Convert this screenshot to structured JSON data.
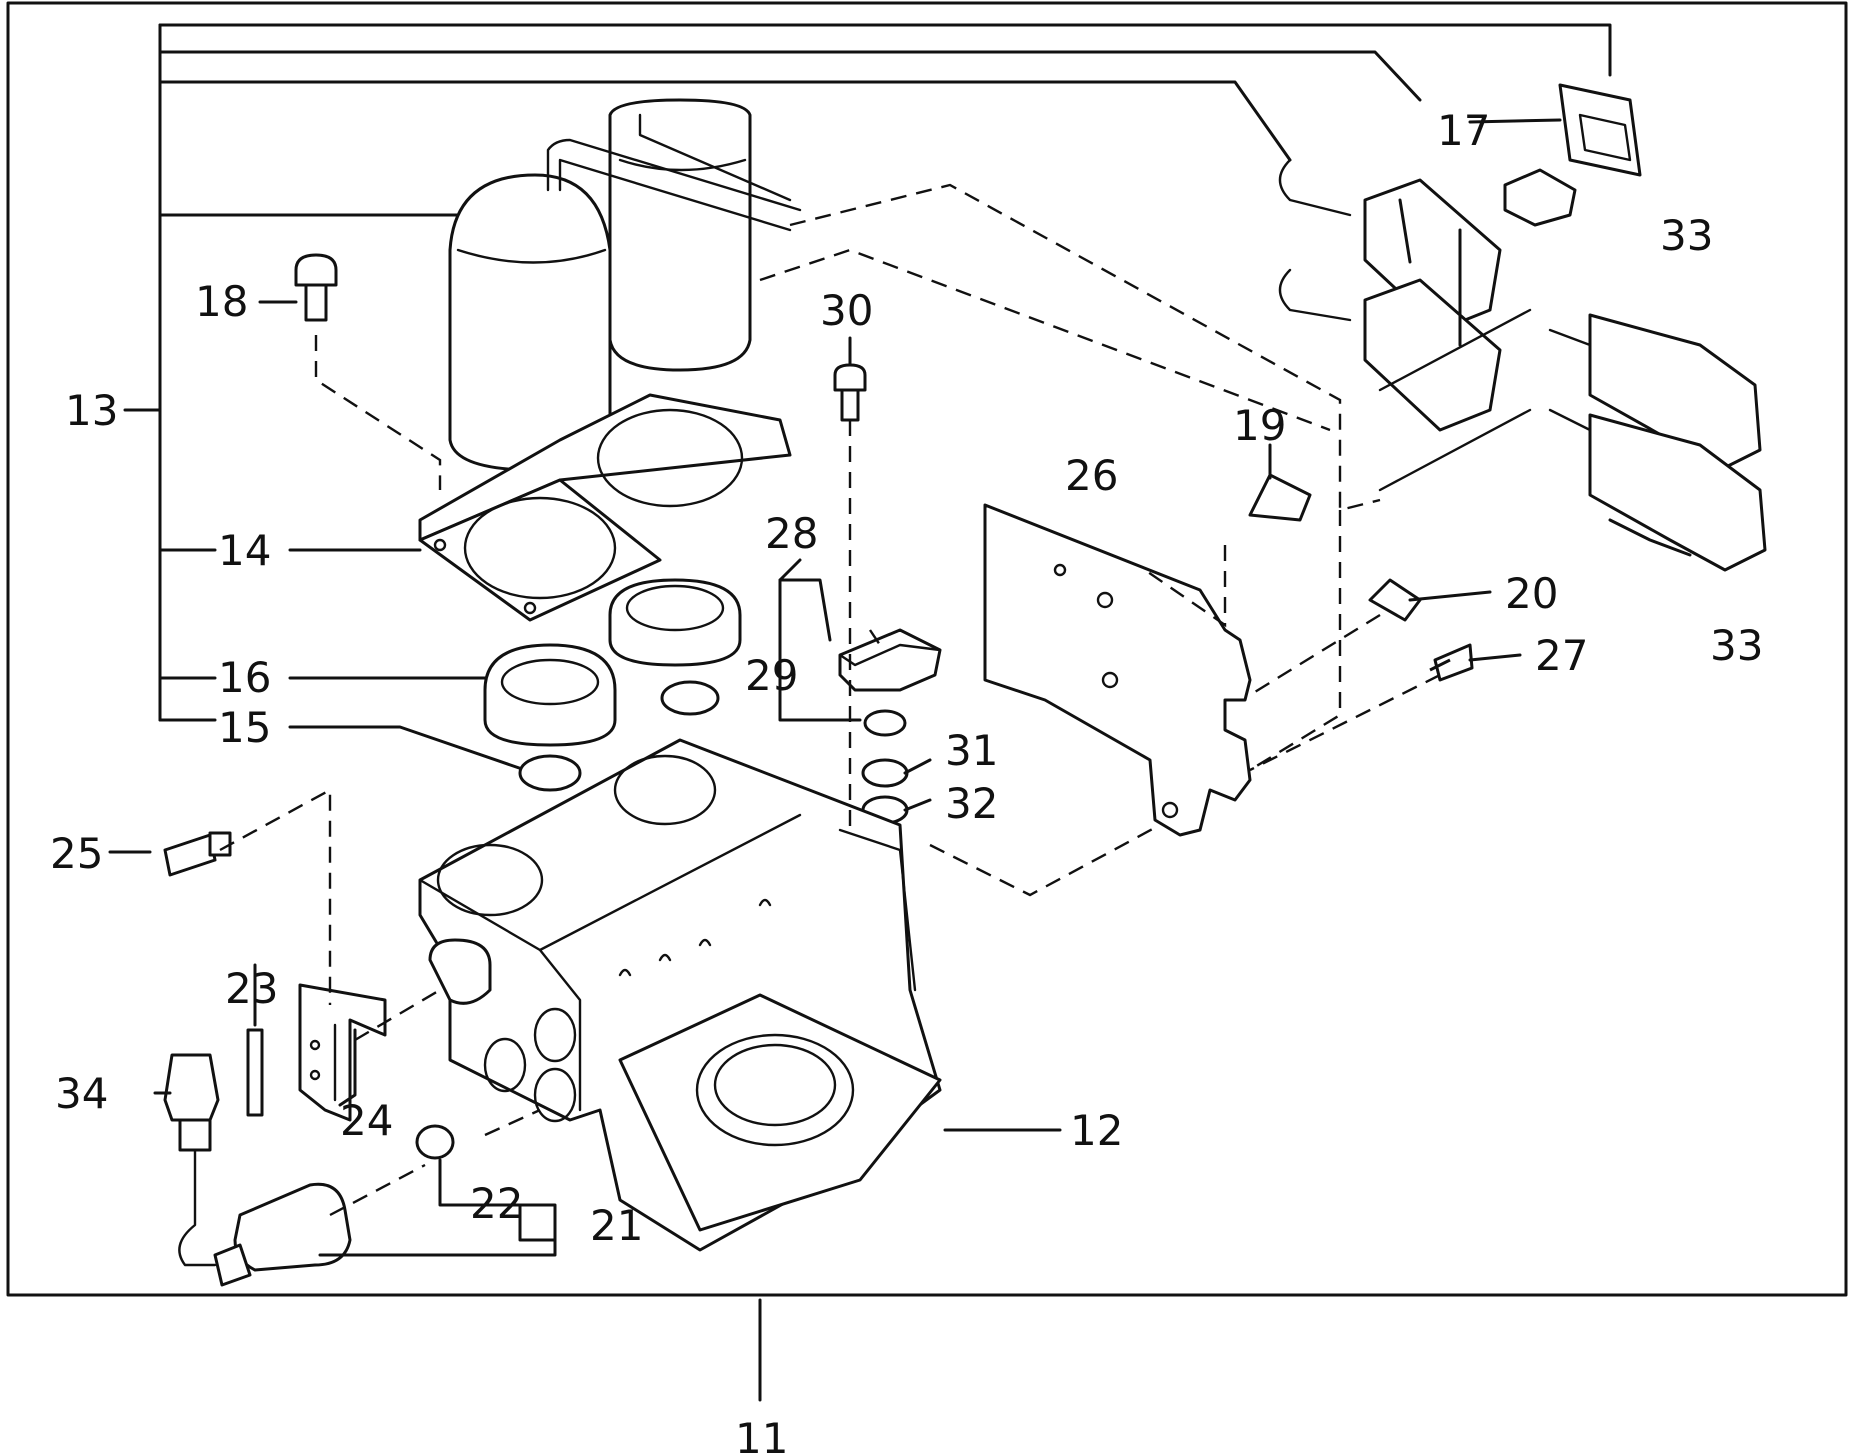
{
  "diagram": {
    "labels": {
      "p11": "11",
      "p12": "12",
      "p13": "13",
      "p14": "14",
      "p15": "15",
      "p16": "16",
      "p17": "17",
      "p18": "18",
      "p19": "19",
      "p20": "20",
      "p21": "21",
      "p22": "22",
      "p23": "23",
      "p24": "24",
      "p25": "25",
      "p26": "26",
      "p27": "27",
      "p28": "28",
      "p29": "29",
      "p30": "30",
      "p31": "31",
      "p32": "32",
      "p33a": "33",
      "p33b": "33",
      "p34": "34"
    }
  }
}
